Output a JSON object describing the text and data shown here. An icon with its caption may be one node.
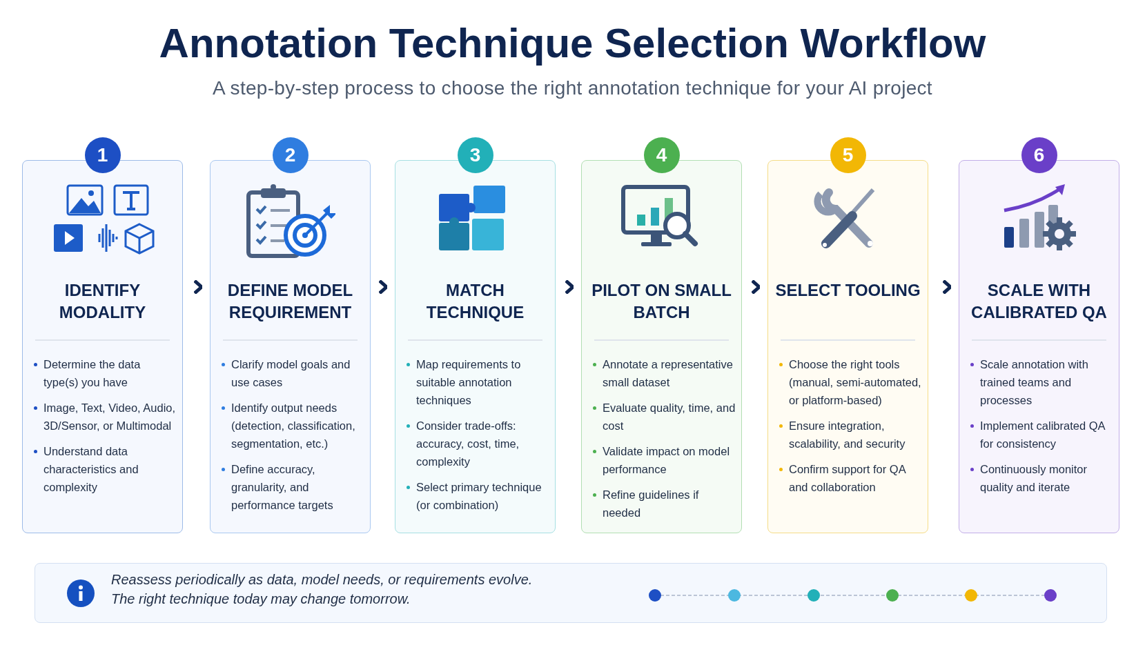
{
  "diagram": {
    "title": "Annotation Technique Selection Workflow",
    "caption": "A step-by-step process to choose the right annotation technique for your AI project",
    "nodes": [
      {
        "text": [
          "1",
          "IDENTIFY MODALITY",
          "Determine the data type(s) you have",
          "Image, Text, Video, Audio, 3D/Sensor, or Multimodal",
          "Understand data characteristics and complexity"
        ]
      },
      {
        "text": [
          "2",
          "DEFINE MODEL REQUIREMENT",
          "Clarify model goals and use cases",
          "Identify output needs (detection, classification, segmentation, etc.)",
          "Define accuracy, granularity, and performance targets"
        ]
      },
      {
        "text": [
          "3",
          "MATCH TECHNIQUE",
          "Map requirements to suitable annotation techniques",
          "Consider trade-offs: accuracy, cost, time, complexity",
          "Select primary technique (or combination)"
        ]
      },
      {
        "text": [
          "4",
          "PILOT ON SMALL BATCH",
          "Annotate a representative small dataset",
          "Evaluate quality, time, and cost",
          "Validate impact on model performance",
          "Refine guidelines if needed"
        ]
      },
      {
        "text": [
          "5",
          "SELECT TOOLING",
          "Choose the right tools (manual, semi-automated, or platform-based)",
          "Ensure integration, scalability, and security",
          "Confirm support for QA and collaboration"
        ]
      },
      {
        "text": [
          "6",
          "SCALE WITH CALIBRATED QA",
          "Scale annotation with trained teams and processes",
          "Implement calibrated QA for consistency",
          "Continuously monitor quality and iterate"
        ]
      },
      {
        "text": [
          "Reassess periodically as data, model needs, or requirements evolve.",
          "The right technique today may change tomorrow."
        ]
      }
    ],
    "edges": [
      {
        "from": 0,
        "to": 1,
        "arrow": "to"
      },
      {
        "from": 1,
        "to": 2,
        "arrow": "to"
      },
      {
        "from": 2,
        "to": 3,
        "arrow": "to"
      },
      {
        "from": 3,
        "to": 4,
        "arrow": "to"
      },
      {
        "from": 4,
        "to": 5,
        "arrow": "to"
      }
    ]
  }
}
